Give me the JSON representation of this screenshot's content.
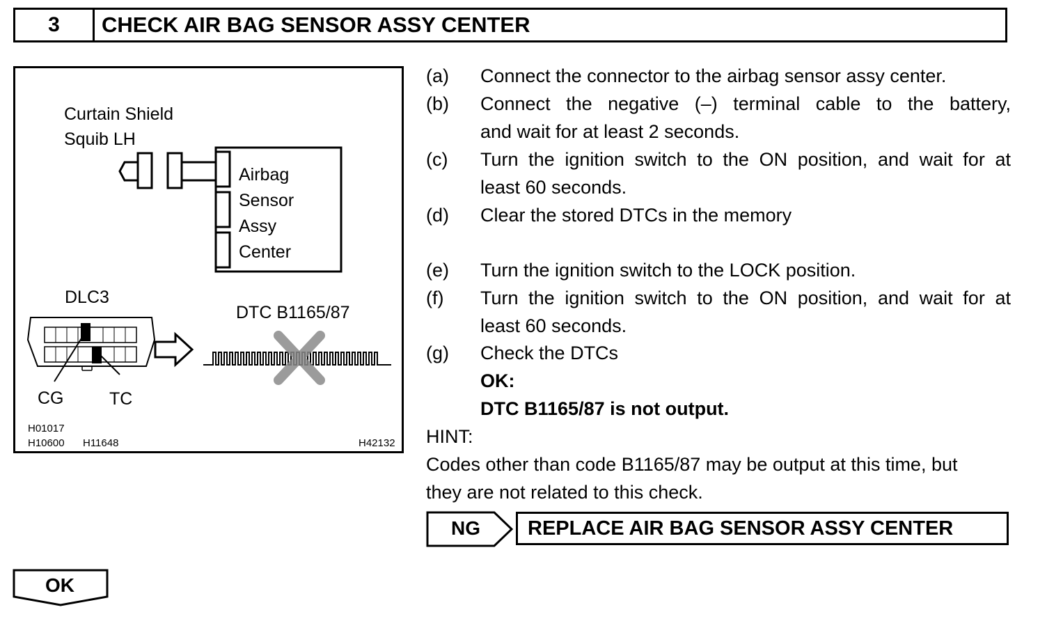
{
  "header": {
    "step_number": "3",
    "title": "CHECK AIR BAG SENSOR ASSY CENTER"
  },
  "figure": {
    "curtain_label_1": "Curtain Shield",
    "curtain_label_2": "Squib LH",
    "sensor_label_1": "Airbag",
    "sensor_label_2": "Sensor",
    "sensor_label_3": "Assy",
    "sensor_label_4": "Center",
    "dlc_label": "DLC3",
    "dtc_label": "DTC B1165/87",
    "cg_label": "CG",
    "tc_label": "TC",
    "code_1": "H01017",
    "code_2": "H10600",
    "code_3": "H11648",
    "code_4": "H42132"
  },
  "steps": [
    {
      "letter": "(a)",
      "lines": [
        "Connect the connector to the airbag sensor assy center."
      ]
    },
    {
      "letter": "(b)",
      "lines": [
        "Connect the negative (–) terminal cable to the battery,",
        "and wait for at least 2 seconds."
      ]
    },
    {
      "letter": "(c)",
      "lines": [
        "Turn the ignition switch to the ON position, and wait for at",
        "least 60 seconds."
      ]
    },
    {
      "letter": "(d)",
      "lines": [
        "Clear the stored DTCs in the memory"
      ]
    },
    {
      "letter": "(e)",
      "lines": [
        "Turn the ignition switch to the LOCK position."
      ]
    },
    {
      "letter": "(f)",
      "lines": [
        "Turn the ignition switch to the ON position, and wait for at",
        "least 60 seconds."
      ]
    },
    {
      "letter": "(g)",
      "lines": [
        "Check the DTCs"
      ]
    }
  ],
  "result": {
    "ok_heading": "OK:",
    "ok_text": "DTC B1165/87 is not output."
  },
  "hint": {
    "label": "HINT:",
    "line_1": "Codes other than code B1165/87 may be output at this time, but",
    "line_2": "they are not related to this check."
  },
  "ng": {
    "label": "NG",
    "action": "REPLACE AIR BAG SENSOR ASSY CENTER"
  },
  "ok": {
    "label": "OK"
  }
}
